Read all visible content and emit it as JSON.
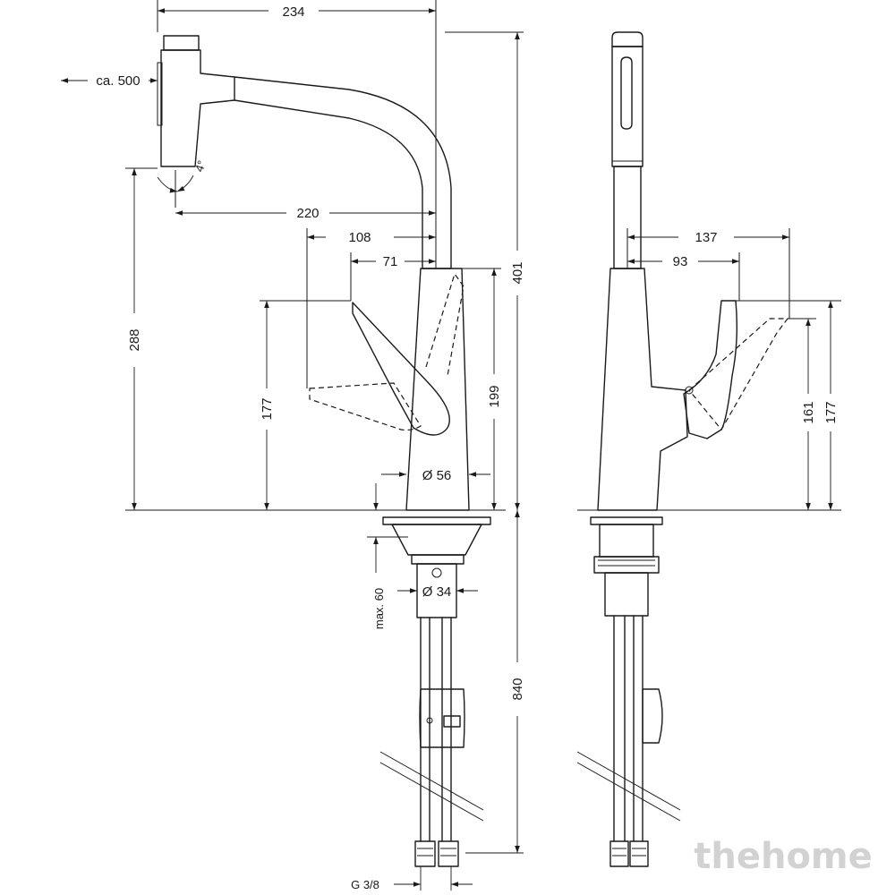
{
  "front_view": {
    "dims": {
      "width_top": "234",
      "pullout_length": "ca. 500",
      "angle": "4°",
      "spout_reach": "220",
      "lever_reach": "108",
      "lever_offset": "71",
      "total_height": "401",
      "spout_outlet_height": "288",
      "body_height": "199",
      "lever_height": "177",
      "base_diameter": "Ø 56",
      "under_sink_height": "840",
      "shank_diameter": "Ø 34",
      "max_deck_thickness": "max. 60",
      "connection_thread": "G 3/8"
    }
  },
  "side_view": {
    "dims": {
      "lever_reach": "137",
      "lever_offset": "93",
      "lever_height_closed": "161",
      "lever_height_open": "177"
    }
  },
  "watermark": "thehome"
}
